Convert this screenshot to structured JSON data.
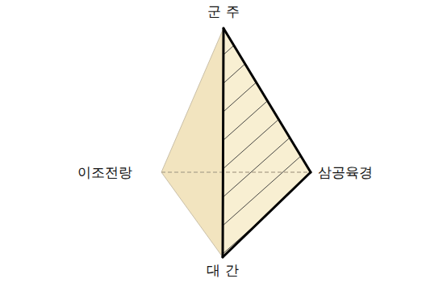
{
  "diagram": {
    "labels": [
      "군 주",
      "이조전랑",
      "삼공육경",
      "대 간"
    ]
  }
}
